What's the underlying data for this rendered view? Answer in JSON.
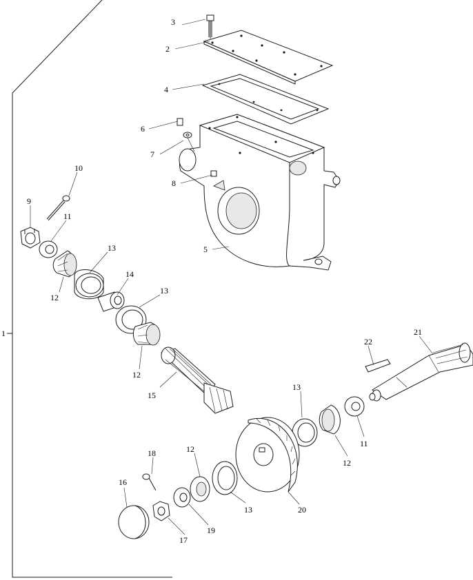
{
  "diagram": {
    "callouts": [
      "1",
      "2",
      "3",
      "4",
      "5",
      "6",
      "7",
      "8",
      "9",
      "10",
      "11",
      "12",
      "13",
      "14",
      "15",
      "16",
      "17",
      "18",
      "19",
      "20",
      "21",
      "22"
    ],
    "labels": {
      "c1": "1",
      "c2": "2",
      "c3": "3",
      "c4": "4",
      "c5": "5",
      "c6": "6",
      "c7": "7",
      "c8": "8",
      "c9": "9",
      "c10": "10",
      "c11a": "11",
      "c11b": "11",
      "c12a": "12",
      "c12b": "12",
      "c12c": "12",
      "c12d": "12",
      "c13a": "13",
      "c13b": "13",
      "c13c": "13",
      "c13d": "13",
      "c14": "14",
      "c15": "15",
      "c16": "16",
      "c17": "17",
      "c18": "18",
      "c19": "19",
      "c20": "20",
      "c21": "21",
      "c22": "22"
    }
  }
}
